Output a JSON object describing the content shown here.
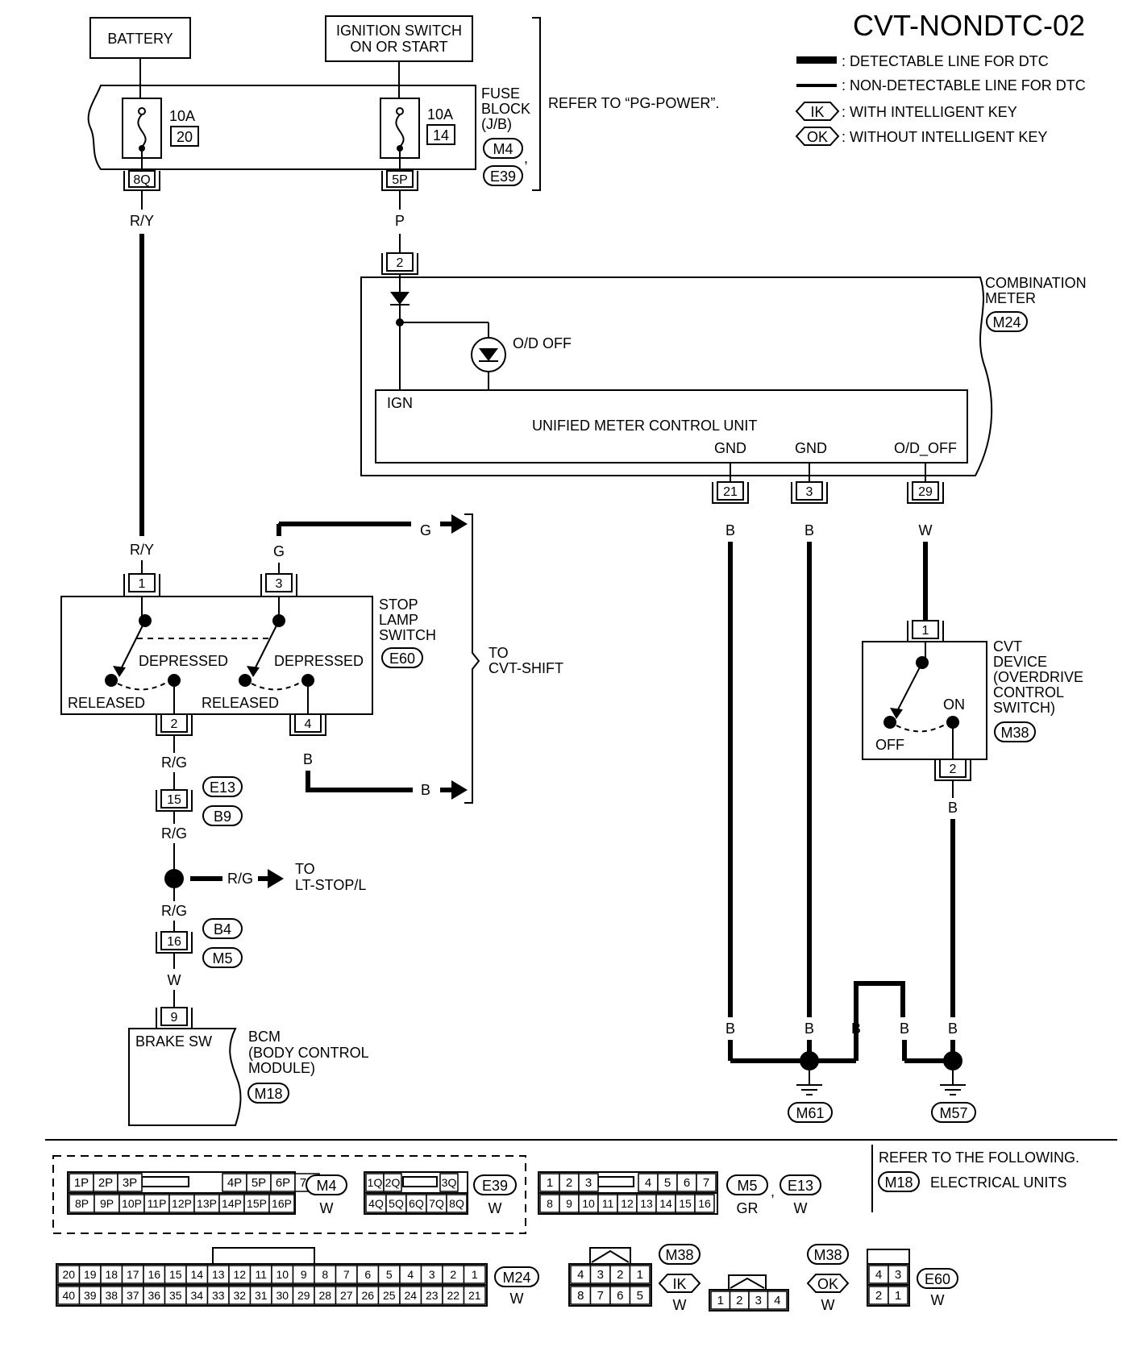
{
  "header": {
    "title": "CVT-NONDTC-02",
    "legend": {
      "detectable": ": DETECTABLE LINE FOR DTC",
      "non_detectable": ": NON-DETECTABLE LINE FOR DTC",
      "ik_tag": "IK",
      "ik_text": ": WITH INTELLIGENT KEY",
      "ok_tag": "OK",
      "ok_text": ": WITHOUT INTELLIGENT KEY"
    }
  },
  "power": {
    "battery": "BATTERY",
    "ign_line1": "IGNITION SWITCH",
    "ign_line2": "ON OR START",
    "fuse1_amp": "10A",
    "fuse1_num": "20",
    "fuse2_amp": "10A",
    "fuse2_num": "14",
    "fuse_block_1": "FUSE",
    "fuse_block_2": "BLOCK",
    "fuse_block_3": "(J/B)",
    "fb_conn1": "M4",
    "fb_conn2": "E39",
    "fb_comma": ",",
    "refer": "REFER TO “PG-POWER”.",
    "term_8q": "8Q",
    "term_5p": "5P",
    "wire_ry": "R/Y",
    "wire_p": "P"
  },
  "meter": {
    "name1": "COMBINATION",
    "name2": "METER",
    "conn": "M24",
    "term_in": "2",
    "od_off": "O/D OFF",
    "ign": "IGN",
    "unit": "UNIFIED METER CONTROL UNIT",
    "gnd1": "GND",
    "gnd2": "GND",
    "od_off_pin": "O/D_OFF",
    "t21": "21",
    "t3": "3",
    "t29": "29",
    "wire_b1": "B",
    "wire_b2": "B",
    "wire_w": "W"
  },
  "stop_lamp": {
    "wire_ry": "R/Y",
    "wire_g_top": "G",
    "wire_g_arrow": "G",
    "t1": "1",
    "t3": "3",
    "name1": "STOP",
    "name2": "LAMP",
    "name3": "SWITCH",
    "conn": "E60",
    "depressed1": "DEPRESSED",
    "depressed2": "DEPRESSED",
    "released1": "RELEASED",
    "released2": "RELEASED",
    "t2": "2",
    "t4": "4",
    "to1": "TO",
    "to2": "CVT-SHIFT",
    "wire_b": "B",
    "wire_b_arrow": "B"
  },
  "lower_left": {
    "wire_rg1": "R/G",
    "t15": "15",
    "e13": "E13",
    "b9": "B9",
    "wire_rg2": "R/G",
    "wire_rg_branch": "R/G",
    "to1": "TO",
    "to2": "LT-STOP/L",
    "wire_rg3": "R/G",
    "t16": "16",
    "b4": "B4",
    "m5": "M5",
    "wire_w": "W",
    "t9": "9",
    "brake_sw": "BRAKE SW",
    "bcm1": "BCM",
    "bcm2": "(BODY CONTROL",
    "bcm3": "MODULE)",
    "bcm_conn": "M18"
  },
  "cvt_device": {
    "t1": "1",
    "name1": "CVT",
    "name2": "DEVICE",
    "name3": "(OVERDRIVE",
    "name4": "CONTROL",
    "name5": "SWITCH)",
    "conn": "M38",
    "on": "ON",
    "off": "OFF",
    "t2": "2",
    "wire_b": "B"
  },
  "ground": {
    "b1": "B",
    "b2": "B",
    "b3": "B",
    "b4": "B",
    "b5": "B",
    "m61": "M61",
    "m57": "M57"
  },
  "connectors": {
    "m4_top": [
      "1P",
      "2P",
      "3P",
      "",
      "4P",
      "5P",
      "6P",
      "7P"
    ],
    "m4_bot": [
      "8P",
      "9P",
      "10P",
      "11P",
      "12P",
      "13P",
      "14P",
      "15P",
      "16P"
    ],
    "m4_label": "M4",
    "m4_color": "W",
    "e39_top": [
      "1Q",
      "2Q",
      "",
      "3Q"
    ],
    "e39_bot": [
      "4Q",
      "5Q",
      "6Q",
      "7Q",
      "8Q"
    ],
    "e39_label": "E39",
    "e39_color": "W",
    "m5_top": [
      "1",
      "2",
      "3",
      "",
      "4",
      "5",
      "6",
      "7"
    ],
    "m5_bot": [
      "8",
      "9",
      "10",
      "11",
      "12",
      "13",
      "14",
      "15",
      "16"
    ],
    "m5_label": "M5",
    "m5_comma": ",",
    "e13_label": "E13",
    "m5_color": "GR",
    "e13_color": "W",
    "refer1": "REFER TO THE FOLLOWING.",
    "refer_conn": "M18",
    "refer2": "ELECTRICAL UNITS",
    "m24_top": [
      "20",
      "19",
      "18",
      "17",
      "16",
      "15",
      "14",
      "13",
      "12",
      "11",
      "10",
      "9",
      "8",
      "7",
      "6",
      "5",
      "4",
      "3",
      "2",
      "1"
    ],
    "m24_bot": [
      "40",
      "39",
      "38",
      "37",
      "36",
      "35",
      "34",
      "33",
      "32",
      "31",
      "30",
      "29",
      "28",
      "27",
      "26",
      "25",
      "24",
      "23",
      "22",
      "21"
    ],
    "m24_label": "M24",
    "m24_color": "W",
    "m38ik_top": [
      "4",
      "3",
      "2",
      "1"
    ],
    "m38ik_bot": [
      "8",
      "7",
      "6",
      "5"
    ],
    "m38ik_label": "M38",
    "m38ik_tag": "IK",
    "m38ik_color": "W",
    "m38ok_cells": [
      "1",
      "2",
      "3",
      "4"
    ],
    "m38ok_label": "M38",
    "m38ok_tag": "OK",
    "m38ok_color": "W",
    "e60_top": [
      "4",
      "3"
    ],
    "e60_bot": [
      "2",
      "1"
    ],
    "e60_label": "E60",
    "e60_color": "W"
  }
}
